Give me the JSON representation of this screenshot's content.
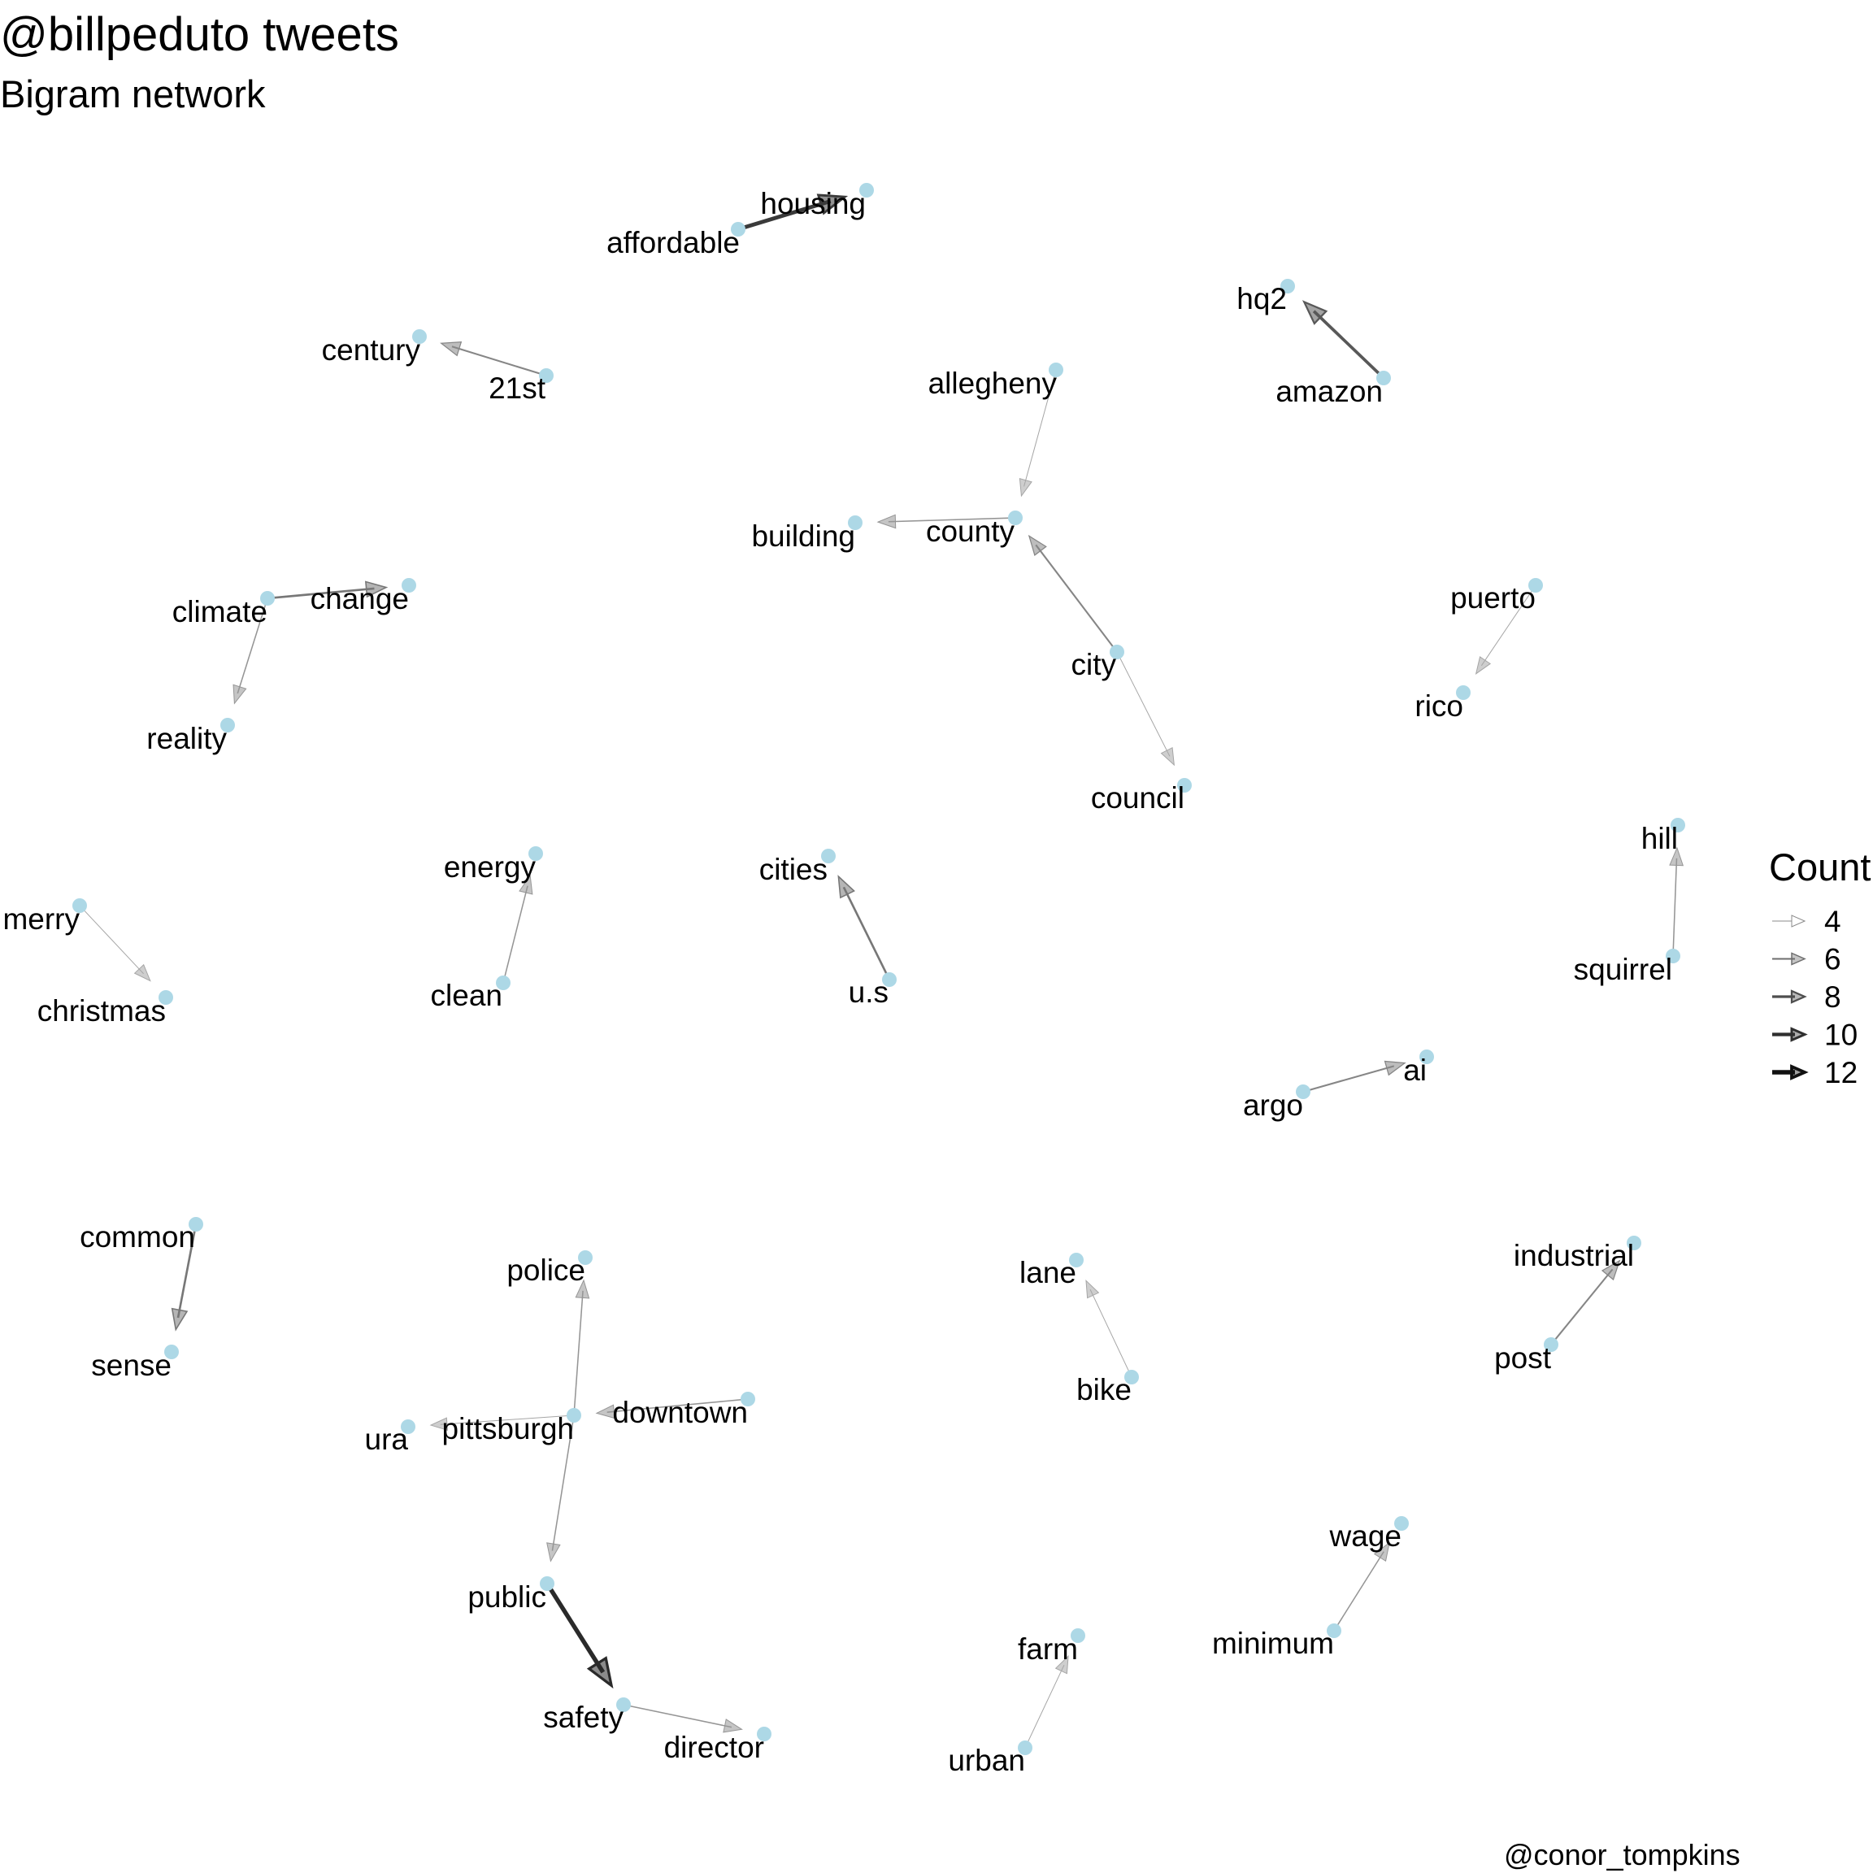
{
  "title": "@billpeduto tweets",
  "subtitle": "Bigram network",
  "caption": "@conor_tompkins",
  "legend": {
    "title": "Count",
    "items": [
      {
        "label": "4",
        "value": 4
      },
      {
        "label": "6",
        "value": 6
      },
      {
        "label": "8",
        "value": 8
      },
      {
        "label": "10",
        "value": 10
      },
      {
        "label": "12",
        "value": 12
      }
    ]
  },
  "colors": {
    "node": "#add8e6",
    "edge": "#000000",
    "background": "#ffffff"
  },
  "nodes": [
    {
      "id": "housing",
      "label": "housing"
    },
    {
      "id": "affordable",
      "label": "affordable"
    },
    {
      "id": "hq2",
      "label": "hq2"
    },
    {
      "id": "amazon",
      "label": "amazon"
    },
    {
      "id": "century",
      "label": "century"
    },
    {
      "id": "21st",
      "label": "21st"
    },
    {
      "id": "allegheny",
      "label": "allegheny"
    },
    {
      "id": "building",
      "label": "building"
    },
    {
      "id": "county",
      "label": "county"
    },
    {
      "id": "climate",
      "label": "climate"
    },
    {
      "id": "change",
      "label": "change"
    },
    {
      "id": "reality",
      "label": "reality"
    },
    {
      "id": "city",
      "label": "city"
    },
    {
      "id": "council",
      "label": "council"
    },
    {
      "id": "puerto",
      "label": "puerto"
    },
    {
      "id": "rico",
      "label": "rico"
    },
    {
      "id": "energy",
      "label": "energy"
    },
    {
      "id": "clean",
      "label": "clean"
    },
    {
      "id": "cities",
      "label": "cities"
    },
    {
      "id": "u.s",
      "label": "u.s"
    },
    {
      "id": "hill",
      "label": "hill"
    },
    {
      "id": "squirrel",
      "label": "squirrel"
    },
    {
      "id": "merry",
      "label": "merry"
    },
    {
      "id": "christmas",
      "label": "christmas"
    },
    {
      "id": "ai",
      "label": "ai"
    },
    {
      "id": "argo",
      "label": "argo"
    },
    {
      "id": "common",
      "label": "common"
    },
    {
      "id": "sense",
      "label": "sense"
    },
    {
      "id": "police",
      "label": "police"
    },
    {
      "id": "lane",
      "label": "lane"
    },
    {
      "id": "bike",
      "label": "bike"
    },
    {
      "id": "industrial",
      "label": "industrial"
    },
    {
      "id": "post",
      "label": "post"
    },
    {
      "id": "ura",
      "label": "ura"
    },
    {
      "id": "pittsburgh",
      "label": "pittsburgh"
    },
    {
      "id": "downtown",
      "label": "downtown"
    },
    {
      "id": "wage",
      "label": "wage"
    },
    {
      "id": "minimum",
      "label": "minimum"
    },
    {
      "id": "public",
      "label": "public"
    },
    {
      "id": "farm",
      "label": "farm"
    },
    {
      "id": "safety",
      "label": "safety"
    },
    {
      "id": "director",
      "label": "director"
    },
    {
      "id": "urban",
      "label": "urban"
    }
  ],
  "edges": [
    {
      "from": "affordable",
      "to": "housing",
      "count": 11
    },
    {
      "from": "amazon",
      "to": "hq2",
      "count": 9
    },
    {
      "from": "21st",
      "to": "century",
      "count": 6
    },
    {
      "from": "allegheny",
      "to": "county",
      "count": 4
    },
    {
      "from": "county",
      "to": "building",
      "count": 5
    },
    {
      "from": "city",
      "to": "county",
      "count": 6
    },
    {
      "from": "city",
      "to": "council",
      "count": 4
    },
    {
      "from": "climate",
      "to": "change",
      "count": 7
    },
    {
      "from": "climate",
      "to": "reality",
      "count": 5
    },
    {
      "from": "puerto",
      "to": "rico",
      "count": 4
    },
    {
      "from": "clean",
      "to": "energy",
      "count": 5
    },
    {
      "from": "u.s",
      "to": "cities",
      "count": 7
    },
    {
      "from": "squirrel",
      "to": "hill",
      "count": 5
    },
    {
      "from": "merry",
      "to": "christmas",
      "count": 4
    },
    {
      "from": "argo",
      "to": "ai",
      "count": 6
    },
    {
      "from": "common",
      "to": "sense",
      "count": 7
    },
    {
      "from": "pittsburgh",
      "to": "police",
      "count": 5
    },
    {
      "from": "pittsburgh",
      "to": "public",
      "count": 5
    },
    {
      "from": "pittsburgh",
      "to": "ura",
      "count": 4
    },
    {
      "from": "downtown",
      "to": "pittsburgh",
      "count": 5
    },
    {
      "from": "bike",
      "to": "lane",
      "count": 4
    },
    {
      "from": "post",
      "to": "industrial",
      "count": 6
    },
    {
      "from": "minimum",
      "to": "wage",
      "count": 5
    },
    {
      "from": "public",
      "to": "safety",
      "count": 12
    },
    {
      "from": "safety",
      "to": "director",
      "count": 5
    },
    {
      "from": "urban",
      "to": "farm",
      "count": 4
    }
  ]
}
